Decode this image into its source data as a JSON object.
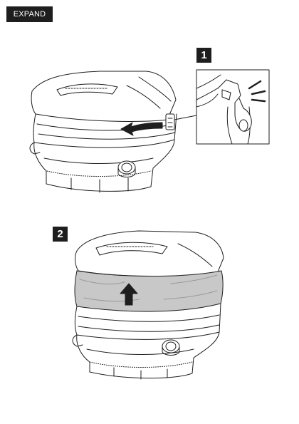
{
  "header": {
    "tag_label": "EXPAND"
  },
  "steps": [
    {
      "number": "1"
    },
    {
      "number": "2"
    }
  ],
  "icons": {
    "step1": [
      "toilet-illustration",
      "left-arrow-icon",
      "latch-detail-icon"
    ],
    "step2": [
      "toilet-expanded-illustration",
      "up-arrow-icon"
    ]
  }
}
